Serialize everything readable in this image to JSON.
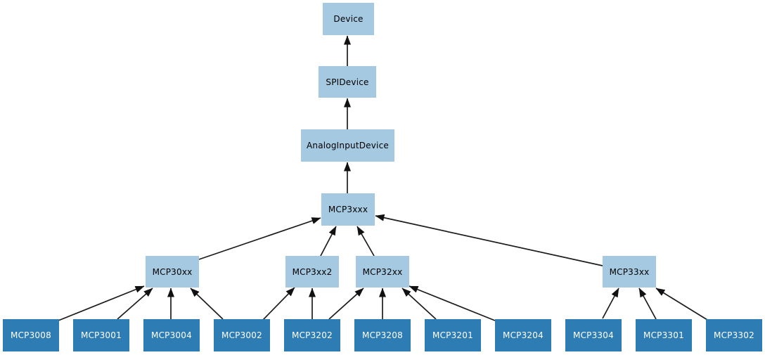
{
  "diagram": {
    "kind": "class-inheritance-diagram",
    "colors": {
      "ancestor_fill": "#a4c9e1",
      "ancestor_text": "#000000",
      "leaf_fill": "#2d7cb4",
      "leaf_text": "#ffffff",
      "edge": "#1c1c1c",
      "background": "#ffffff"
    },
    "nodes": [
      {
        "label": "Device",
        "kind": "ancestor"
      },
      {
        "label": "SPIDevice",
        "kind": "ancestor"
      },
      {
        "label": "AnalogInputDevice",
        "kind": "ancestor"
      },
      {
        "label": "MCP3xxx",
        "kind": "ancestor"
      },
      {
        "label": "MCP30xx",
        "kind": "ancestor"
      },
      {
        "label": "MCP3xx2",
        "kind": "ancestor"
      },
      {
        "label": "MCP32xx",
        "kind": "ancestor"
      },
      {
        "label": "MCP33xx",
        "kind": "ancestor"
      },
      {
        "label": "MCP3008",
        "kind": "leaf"
      },
      {
        "label": "MCP3001",
        "kind": "leaf"
      },
      {
        "label": "MCP3004",
        "kind": "leaf"
      },
      {
        "label": "MCP3002",
        "kind": "leaf"
      },
      {
        "label": "MCP3202",
        "kind": "leaf"
      },
      {
        "label": "MCP3208",
        "kind": "leaf"
      },
      {
        "label": "MCP3201",
        "kind": "leaf"
      },
      {
        "label": "MCP3204",
        "kind": "leaf"
      },
      {
        "label": "MCP3304",
        "kind": "leaf"
      },
      {
        "label": "MCP3301",
        "kind": "leaf"
      },
      {
        "label": "MCP3302",
        "kind": "leaf"
      }
    ],
    "edges": [
      {
        "from": "SPIDevice",
        "to": "Device"
      },
      {
        "from": "AnalogInputDevice",
        "to": "SPIDevice"
      },
      {
        "from": "MCP3xxx",
        "to": "AnalogInputDevice"
      },
      {
        "from": "MCP30xx",
        "to": "MCP3xxx"
      },
      {
        "from": "MCP3xx2",
        "to": "MCP3xxx"
      },
      {
        "from": "MCP32xx",
        "to": "MCP3xxx"
      },
      {
        "from": "MCP33xx",
        "to": "MCP3xxx"
      },
      {
        "from": "MCP3008",
        "to": "MCP30xx"
      },
      {
        "from": "MCP3001",
        "to": "MCP30xx"
      },
      {
        "from": "MCP3004",
        "to": "MCP30xx"
      },
      {
        "from": "MCP3002",
        "to": "MCP30xx"
      },
      {
        "from": "MCP3002",
        "to": "MCP3xx2"
      },
      {
        "from": "MCP3202",
        "to": "MCP3xx2"
      },
      {
        "from": "MCP3202",
        "to": "MCP32xx"
      },
      {
        "from": "MCP3208",
        "to": "MCP32xx"
      },
      {
        "from": "MCP3201",
        "to": "MCP32xx"
      },
      {
        "from": "MCP3204",
        "to": "MCP32xx"
      },
      {
        "from": "MCP3304",
        "to": "MCP33xx"
      },
      {
        "from": "MCP3301",
        "to": "MCP33xx"
      },
      {
        "from": "MCP3302",
        "to": "MCP33xx"
      }
    ]
  }
}
